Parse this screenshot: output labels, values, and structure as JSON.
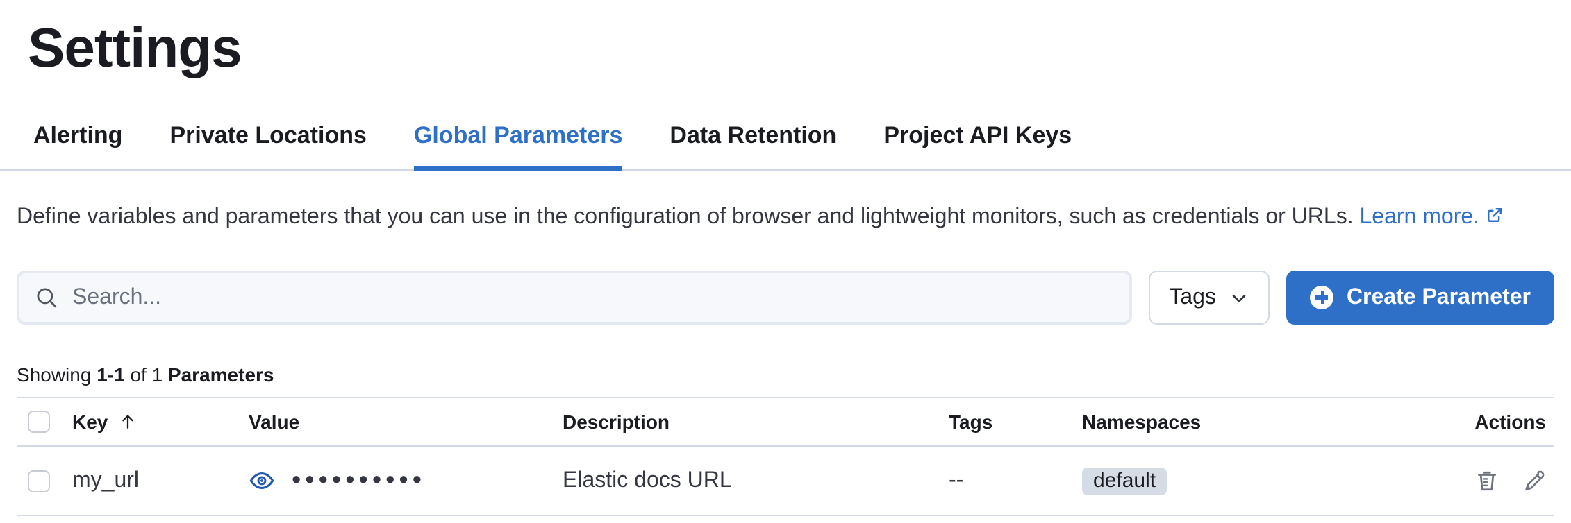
{
  "page": {
    "title": "Settings"
  },
  "tabs": [
    {
      "label": "Alerting",
      "active": false
    },
    {
      "label": "Private Locations",
      "active": false
    },
    {
      "label": "Global Parameters",
      "active": true
    },
    {
      "label": "Data Retention",
      "active": false
    },
    {
      "label": "Project API Keys",
      "active": false
    }
  ],
  "description": {
    "text": "Define variables and parameters that you can use in the configuration of browser and lightweight monitors, such as credentials or URLs.",
    "link_label": "Learn more.",
    "link_icon": "external-link-icon"
  },
  "toolbar": {
    "search_placeholder": "Search...",
    "search_icon": "search-icon",
    "tags_label": "Tags",
    "tags_icon": "chevron-down-icon",
    "create_label": "Create Parameter",
    "create_icon": "plus-in-circle-icon"
  },
  "summary": {
    "prefix": "Showing",
    "range": "1-1",
    "middle": "of 1",
    "entity": "Parameters"
  },
  "table": {
    "columns": {
      "key": "Key",
      "value": "Value",
      "description": "Description",
      "tags": "Tags",
      "namespaces": "Namespaces",
      "actions": "Actions"
    },
    "sort": {
      "column": "Key",
      "direction": "ascending",
      "icon": "arrow-up-icon"
    },
    "rows": [
      {
        "key": "my_url",
        "value_masked": "••••••••••",
        "value_icon": "eye-icon",
        "description": "Elastic docs URL",
        "tags": "--",
        "namespace": "default",
        "actions": [
          "delete-icon",
          "edit-icon"
        ]
      }
    ]
  },
  "colors": {
    "primary": "#2e6fc8",
    "text_dark": "#1a1c21",
    "text_body": "#343741",
    "border_light": "#d3dae6",
    "field_bg": "#f6f8fb",
    "badge_bg": "#d6dce5",
    "icon_gray": "#6d737e"
  }
}
